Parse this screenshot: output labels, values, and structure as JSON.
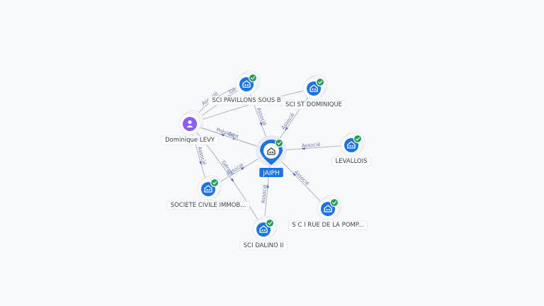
{
  "colors": {
    "background": "#f8f9fb",
    "company_blue": "#1a73e8",
    "person_purple": "#8b5cf6",
    "check_green": "#1e9e57",
    "edge": "#aeb4c8",
    "edge_label": "#6b73b5"
  },
  "center": {
    "id": "jaiph",
    "label": "JAIPH",
    "icon": "building-icon"
  },
  "nodes": [
    {
      "id": "dominique",
      "label": "Dominique LEVY",
      "type": "person",
      "icon": "person-icon",
      "verified": false
    },
    {
      "id": "pavillons",
      "label": "SCI PAVILLONS SOUS B",
      "type": "company",
      "icon": "building-icon",
      "verified": true
    },
    {
      "id": "stdom",
      "label": "SCI ST DOMINIQUE",
      "type": "company",
      "icon": "building-icon",
      "verified": true
    },
    {
      "id": "levallois",
      "label": "LEVALLOIS",
      "type": "company",
      "icon": "building-icon",
      "verified": true
    },
    {
      "id": "civile",
      "label": "SOCIETE CIVILE IMMOB...",
      "type": "company",
      "icon": "building-icon",
      "verified": true
    },
    {
      "id": "dalino",
      "label": "SCI DALINO II",
      "type": "company",
      "icon": "building-icon",
      "verified": true
    },
    {
      "id": "ruepomp",
      "label": "S C I RUE DE LA POMP...",
      "type": "company",
      "icon": "building-icon",
      "verified": true
    }
  ],
  "edges": [
    {
      "from": "dominique",
      "to": "jaiph",
      "label": "Président"
    },
    {
      "from": "dominique",
      "to": "pavillons",
      "label": "Associé"
    },
    {
      "from": "dominique",
      "to": "stdom",
      "label": ""
    },
    {
      "from": "dominique",
      "to": "civile",
      "label": "Associé"
    },
    {
      "from": "dominique",
      "to": "dalino",
      "label": "Gérant"
    },
    {
      "from": "pavillons",
      "to": "jaiph",
      "label": "Associé"
    },
    {
      "from": "pavillons",
      "to": "dominique",
      "label": "Gé"
    },
    {
      "from": "stdom",
      "to": "jaiph",
      "label": "Associé"
    },
    {
      "from": "levallois",
      "to": "jaiph",
      "label": "Associé"
    },
    {
      "from": "civile",
      "to": "jaiph",
      "label": "Associé"
    },
    {
      "from": "dalino",
      "to": "jaiph",
      "label": "Associé"
    },
    {
      "from": "ruepomp",
      "to": "jaiph",
      "label": "Associé"
    },
    {
      "from": "jaiph",
      "to": "dominique",
      "label": "Gé"
    }
  ]
}
